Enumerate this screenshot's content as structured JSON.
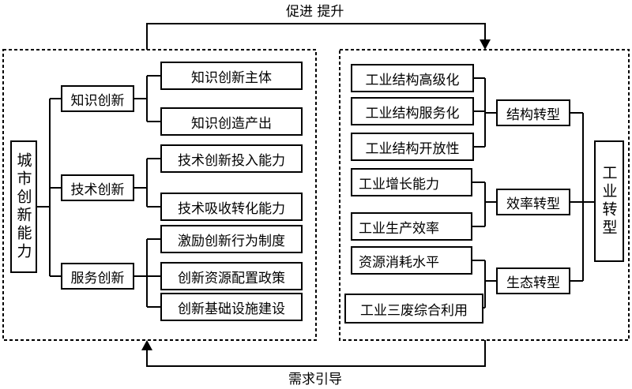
{
  "top_label": "促进 提升",
  "bottom_label": "需求引导",
  "left": {
    "root": "城市创新能力",
    "knowledge": {
      "label": "知识创新",
      "items": [
        "知识创新主体",
        "知识创造产出"
      ]
    },
    "technology": {
      "label": "技术创新",
      "items": [
        "技术创新投入能力",
        "技术吸收转化能力"
      ]
    },
    "service": {
      "label": "服务创新",
      "items": [
        "激励创新行为制度",
        "创新资源配置政策",
        "创新基础设施建设"
      ]
    }
  },
  "right": {
    "root": "工业转型",
    "structure": {
      "label": "结构转型",
      "items": [
        "工业结构高级化",
        "工业结构服务化",
        "工业结构开放性"
      ]
    },
    "efficiency": {
      "label": "效率转型",
      "items": [
        "工业增长能力",
        "工业生产效率"
      ]
    },
    "ecology": {
      "label": "生态转型",
      "items": [
        "资源消耗水平",
        "工业三废综合利用"
      ]
    }
  }
}
